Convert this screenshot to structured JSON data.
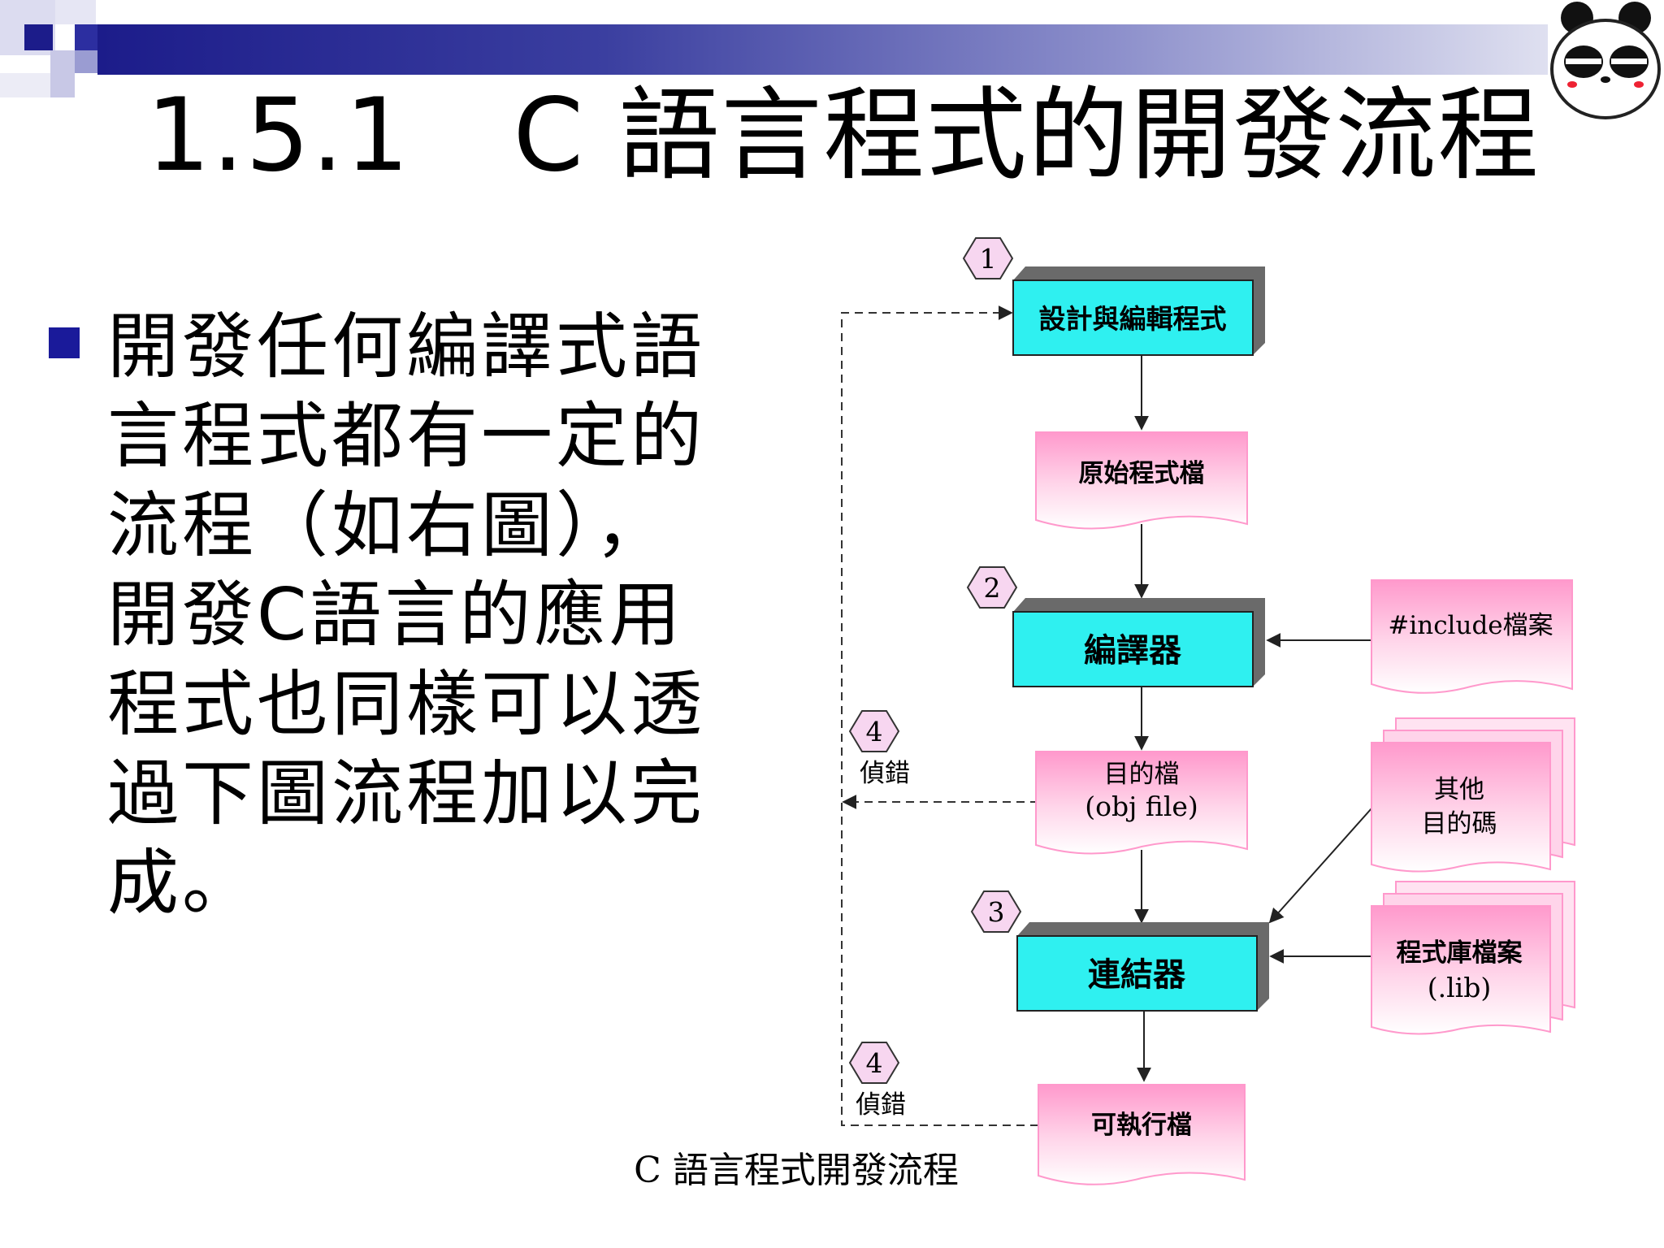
{
  "slide": {
    "title": "1.5.1　C 語言程式的開發流程",
    "bullet": "開發任何編譯式語言程式都有一定的流程（如右圖），開發C語言的應用程式也同樣可以透過下圖流程加以完成。",
    "caption": "C 語言程式開發流程"
  },
  "diagram": {
    "steps": [
      {
        "num": "1",
        "label": "設計與編輯程式"
      },
      {
        "num": "2",
        "label": "編譯器"
      },
      {
        "num": "3",
        "label": "連結器"
      }
    ],
    "files": {
      "source": "原始程式檔",
      "object_line1": "目的檔",
      "object_line2": "(obj file)",
      "executable": "可執行檔",
      "include": "#include檔案",
      "other_line1": "其他",
      "other_line2": "目的碼",
      "library_line1": "程式庫檔案",
      "library_line2": "(.lib)"
    },
    "debug_markers": [
      {
        "num": "4",
        "label": "偵錯"
      },
      {
        "num": "4",
        "label": "偵錯"
      }
    ]
  },
  "colors": {
    "title_band": "#1c1c8a",
    "bullet": "#1a1a9a",
    "step_box": "#2ff0f0",
    "file_shape": "#ffb8dc",
    "badge_fill": "#f7d6f0"
  },
  "icons": [
    "panda-logo-icon",
    "diamond-badge-icon"
  ]
}
